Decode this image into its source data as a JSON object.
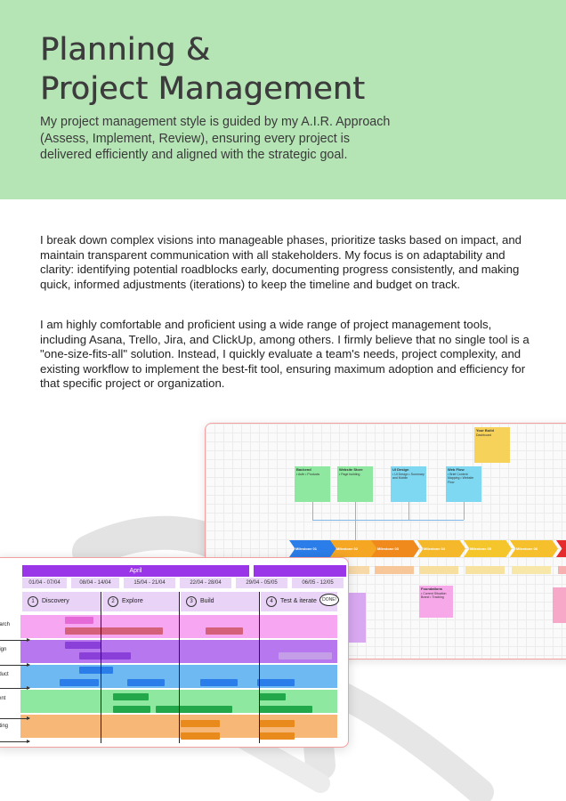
{
  "header": {
    "title_line1": "Planning &",
    "title_line2": "Project Management",
    "intro": "My project management style is guided by my A.I.R. Approach (Assess, Implement, Review), ensuring every project is delivered efficiently and aligned with the strategic goal."
  },
  "body": {
    "paragraph1": "I break down complex visions into manageable phases, prioritize tasks based on impact, and maintain transparent communication with all stakeholders. My focus is on adaptability and clarity: identifying potential roadblocks early, documenting progress consistently, and making quick, informed adjustments (iterations) to keep the timeline and budget on track.",
    "paragraph2": "I am highly comfortable and proficient using a wide range of project management tools, including Asana, Trello, Jira, and ClickUp, among others. I firmly believe that no single tool is a \"one-size-fits-all\" solution. Instead, I quickly evaluate a team's needs, project complexity, and existing workflow to implement the best-fit tool, ensuring maximum adoption and efficiency for that specific project or organization."
  },
  "board": {
    "milestones": [
      "Milestone 01",
      "Milestone 02",
      "Milestone 03",
      "Milestone 04",
      "Milestone 05",
      "Milestone 06"
    ],
    "notes": [
      {
        "title": "Backend",
        "text": "• Auth • Products"
      },
      {
        "title": "Website Store",
        "text": "• Page building"
      },
      {
        "title": "UI Design",
        "text": "• UI Design • Summary and Mobile"
      },
      {
        "title": "Web Flow",
        "text": "• Brief Content Mapping • Website Flow"
      },
      {
        "title": "Your Build",
        "text": "Dashboard"
      },
      {
        "title": "Foundations",
        "text": "• Current Situation Brand • Tracking"
      }
    ],
    "colors": {
      "blue": "#2b7de9",
      "orange": "#f7a82a",
      "yellow": "#f5c02b",
      "red": "#e52b2b"
    }
  },
  "gantt": {
    "month": "April",
    "weeks": [
      "01/04 - 07/04",
      "08/04 - 14/04",
      "15/04 - 21/04",
      "22/04 - 28/04",
      "29/04 - 05/05",
      "06/05 - 12/05"
    ],
    "phases": [
      {
        "num": "1",
        "name": "Discovery"
      },
      {
        "num": "2",
        "name": "Explore"
      },
      {
        "num": "3",
        "name": "Build"
      },
      {
        "num": "4",
        "name": "Test & iterate"
      }
    ],
    "done_label": "DONE!",
    "lanes": [
      "search",
      "esign",
      "roduct",
      "ment",
      "keting"
    ],
    "lane_colors": [
      "#f7a6f2",
      "#b778ef",
      "#6fb9f2",
      "#8fe89f",
      "#f7b877"
    ]
  }
}
